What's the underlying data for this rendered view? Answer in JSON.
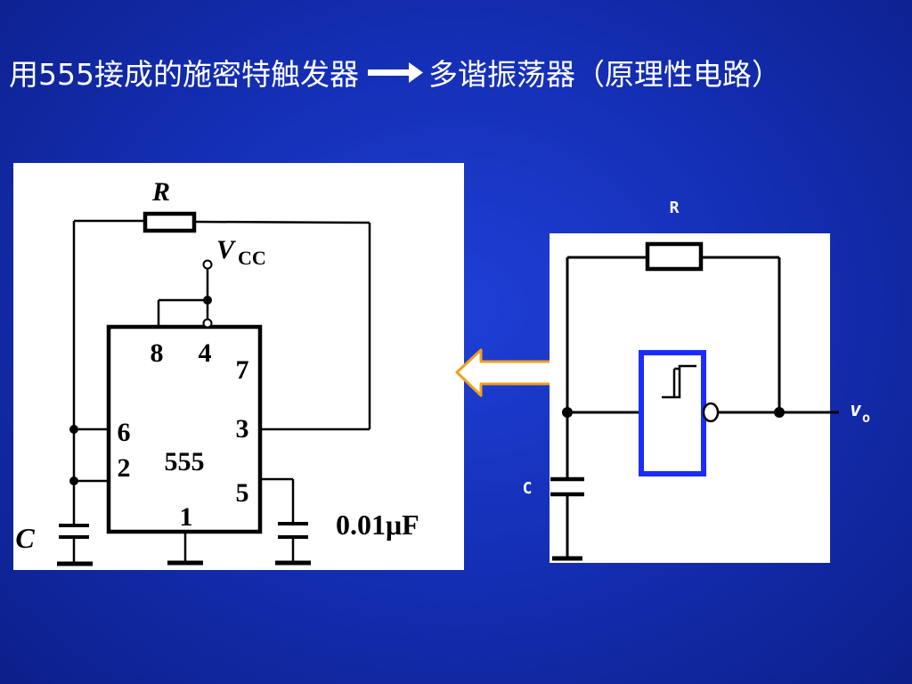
{
  "title": {
    "left_text": "用555接成的施密特触发器",
    "right_text": "多谐振荡器（原理性电路）"
  },
  "left_circuit": {
    "resistor_label": "R",
    "vcc_label_main": "V",
    "vcc_label_sub": "CC",
    "chip_label": "555",
    "pins": {
      "p8": "8",
      "p4": "4",
      "p7": "7",
      "p6": "6",
      "p3": "3",
      "p2": "2",
      "p5": "5",
      "p1": "1"
    },
    "capacitor_label": "C",
    "ctrl_cap_value": "0.01μF"
  },
  "right_circuit": {
    "resistor_label": "R",
    "capacitor_label": "C",
    "output_label_main": "v",
    "output_label_sub": "o"
  },
  "colors": {
    "background": "#1530b8",
    "panel": "#ffffff",
    "wire": "#000000",
    "inverter_box": "#1a2dff",
    "arrow_fill": "#ffffff",
    "arrow_stroke": "#f0a020",
    "text_white": "#ffffff"
  }
}
